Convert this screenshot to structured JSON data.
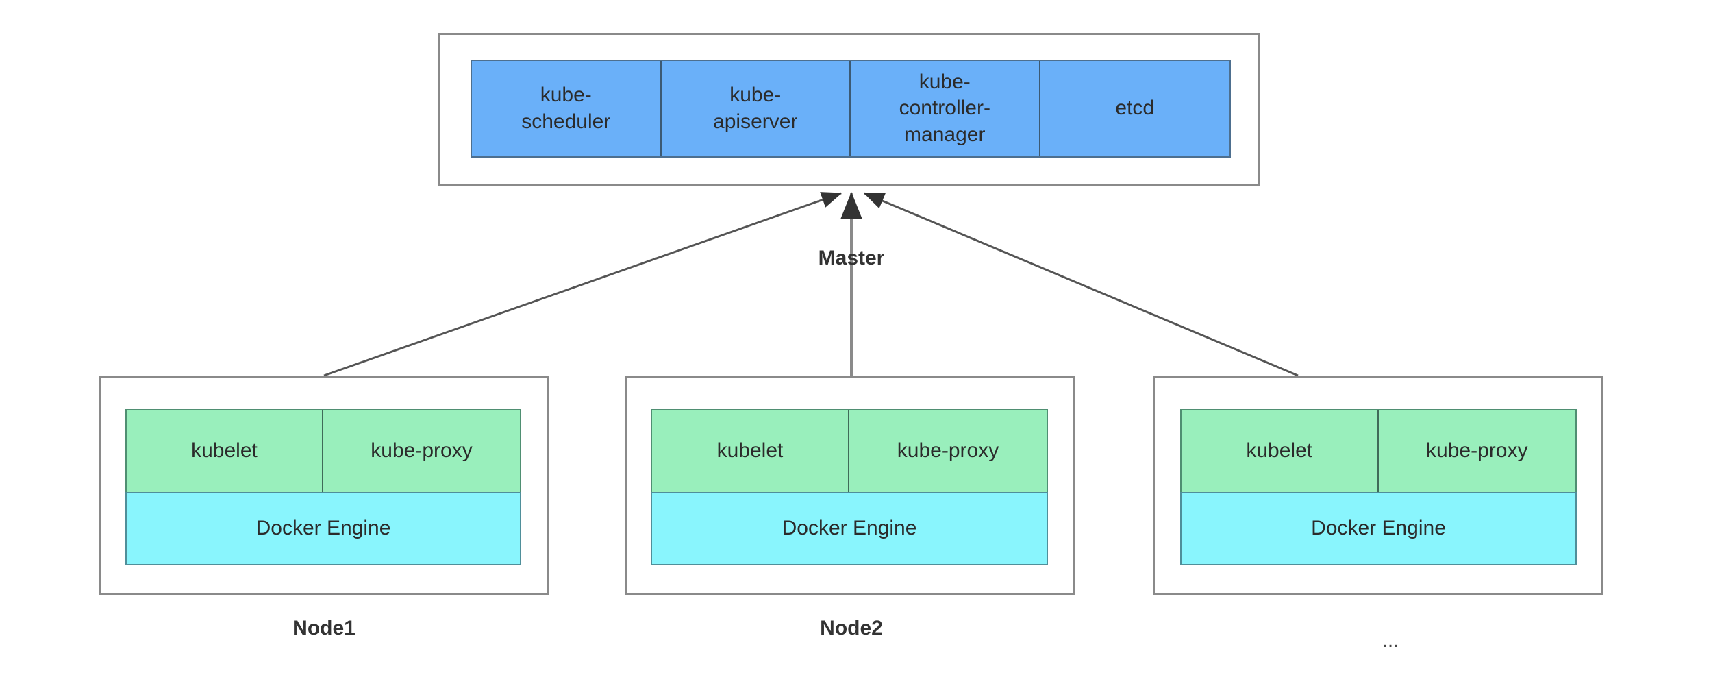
{
  "diagram": {
    "title": "Kubernetes cluster architecture",
    "type": "architecture-diagram",
    "colors": {
      "master_component_fill": "#6ab0f9",
      "node_agent_fill": "#99efbc",
      "container_runtime_fill": "#89f5fd",
      "frame_border": "#8a8a8a",
      "connector_line": "#555555",
      "text": "#333333",
      "background": "#ffffff"
    }
  },
  "master": {
    "label": "Master",
    "components": [
      {
        "name": "kube-scheduler",
        "text": "kube-\nscheduler"
      },
      {
        "name": "kube-apiserver",
        "text": "kube-\napiserver"
      },
      {
        "name": "kube-controller-manager",
        "text": "kube-\ncontroller-\nmanager"
      },
      {
        "name": "etcd",
        "text": "etcd"
      }
    ]
  },
  "nodes": [
    {
      "label": "Node1",
      "agents": [
        {
          "name": "kubelet",
          "text": "kubelet"
        },
        {
          "name": "kube-proxy",
          "text": "kube-proxy"
        }
      ],
      "runtime": {
        "name": "docker-engine",
        "text": "Docker Engine"
      }
    },
    {
      "label": "Node2",
      "agents": [
        {
          "name": "kubelet",
          "text": "kubelet"
        },
        {
          "name": "kube-proxy",
          "text": "kube-proxy"
        }
      ],
      "runtime": {
        "name": "docker-engine",
        "text": "Docker Engine"
      }
    },
    {
      "label": "...",
      "agents": [
        {
          "name": "kubelet",
          "text": "kubelet"
        },
        {
          "name": "kube-proxy",
          "text": "kube-proxy"
        }
      ],
      "runtime": {
        "name": "docker-engine",
        "text": "Docker Engine"
      }
    }
  ],
  "connectors": [
    {
      "name": "node1-to-master",
      "from": "Node1",
      "to": "Master",
      "style": "arrow"
    },
    {
      "name": "node2-to-master",
      "from": "Node2",
      "to": "Master",
      "style": "arrow"
    },
    {
      "name": "node3-to-master",
      "from": "...",
      "to": "Master",
      "style": "arrow"
    }
  ]
}
